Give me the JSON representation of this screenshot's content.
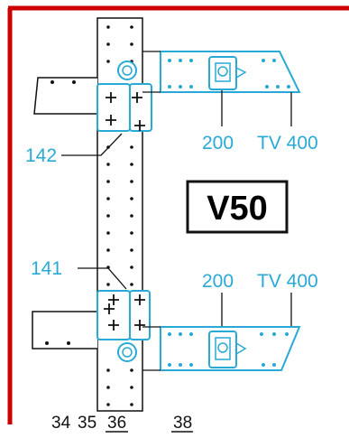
{
  "colors": {
    "accent_cyan": "#29a9d6",
    "frame_red": "#cc0000",
    "line": "#111111",
    "background": "#ffffff"
  },
  "labels": {
    "model": "V50",
    "top_callout": "142",
    "bottom_callout": "141",
    "top_dim_200": "200",
    "top_dim_tv400": "TV 400",
    "bottom_dim_200": "200",
    "bottom_dim_tv400": "TV 400",
    "hole_34": "34",
    "hole_35": "35",
    "hole_36": "36",
    "hole_38": "38"
  },
  "icons": {
    "post_holes": "hole-dots",
    "mount_plates": "cross-bolt-plates",
    "tv_brackets": "tv-adapter-plate"
  }
}
